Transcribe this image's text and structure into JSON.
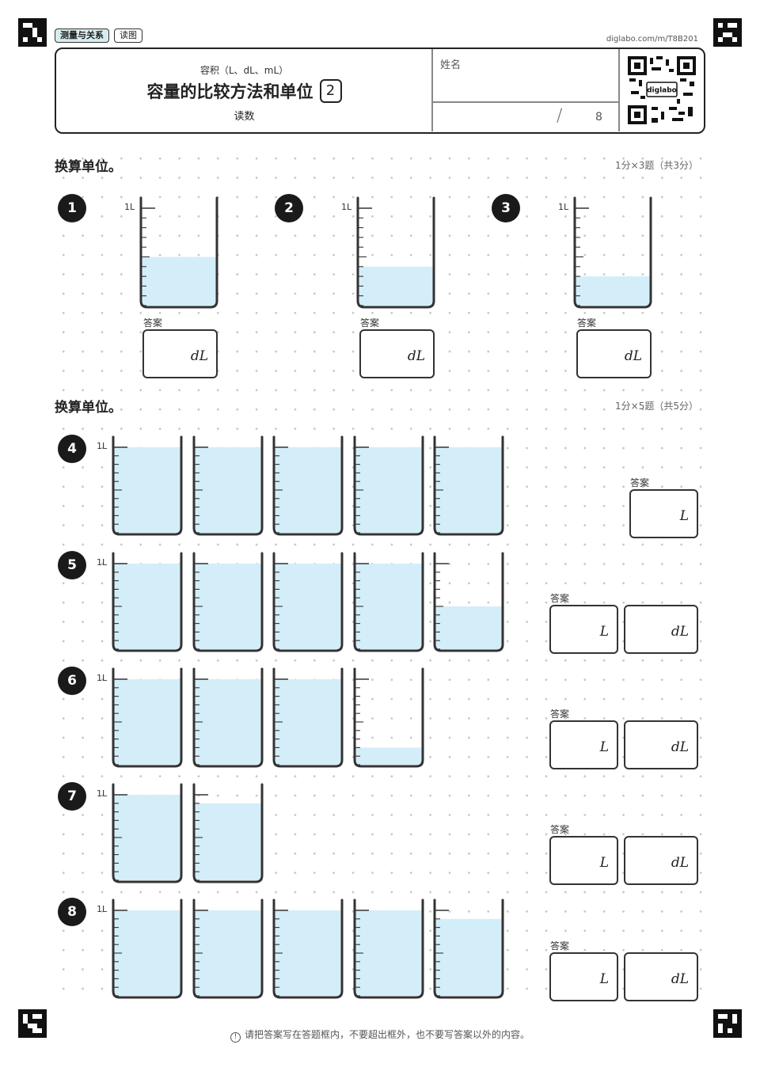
{
  "tags": {
    "category": "测量与关系",
    "type": "读图"
  },
  "url": "diglabo.com/m/T8B201",
  "header": {
    "subtitle": "容积（L、dL、mL）",
    "title": "容量的比较方法和单位",
    "part_number": "2",
    "kind": "读数",
    "name_label": "姓名",
    "score_slash": "/",
    "score_total": "8",
    "qr_text": "diglabo"
  },
  "sections": [
    {
      "title": "换算单位。",
      "points": "1分×3题（共3分）"
    },
    {
      "title": "换算单位。",
      "points": "1分×5题（共5分）"
    }
  ],
  "beaker_label": "1L",
  "answer_label": "答案",
  "units": {
    "L": "L",
    "dL": "dL"
  },
  "colors": {
    "water": "#d4eef9",
    "outline": "#333333"
  },
  "questions": [
    {
      "number": "1",
      "fill_dl": [
        5
      ],
      "answer_units": [
        "dL"
      ]
    },
    {
      "number": "2",
      "fill_dl": [
        4
      ],
      "answer_units": [
        "dL"
      ]
    },
    {
      "number": "3",
      "fill_dl": [
        3
      ],
      "answer_units": [
        "dL"
      ]
    },
    {
      "number": "4",
      "fill_dl": [
        10,
        10,
        10,
        10,
        10
      ],
      "answer_units": [
        "L"
      ]
    },
    {
      "number": "5",
      "fill_dl": [
        10,
        10,
        10,
        10,
        5
      ],
      "answer_units": [
        "L",
        "dL"
      ]
    },
    {
      "number": "6",
      "fill_dl": [
        10,
        10,
        10,
        2
      ],
      "answer_units": [
        "L",
        "dL"
      ]
    },
    {
      "number": "7",
      "fill_dl": [
        10,
        9
      ],
      "answer_units": [
        "L",
        "dL"
      ]
    },
    {
      "number": "8",
      "fill_dl": [
        10,
        10,
        10,
        10,
        9
      ],
      "answer_units": [
        "L",
        "dL"
      ]
    }
  ],
  "footer": {
    "icon": "!",
    "text": "请把答案写在答题框内，不要超出框外，也不要写答案以外的内容。"
  }
}
